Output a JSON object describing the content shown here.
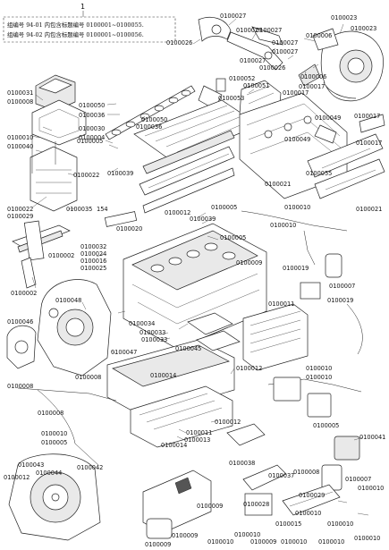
{
  "header": {
    "index_number": "1",
    "note_lines": [
      "组编号 94-01 内包含标题编号 0100001~0100055.",
      "组编号 94-02 内包含标题编号 0100001~0100056."
    ]
  },
  "callouts": [
    "0100027",
    "0100023",
    "0100027",
    "0100027",
    "0100026",
    "0100027",
    "0100006",
    "0100023",
    "0100027",
    "0100027",
    "0100026",
    "0100006",
    "0100052",
    "0100017",
    "0100051",
    "0100017",
    "0100053",
    "0100049",
    "0100017",
    "0100049",
    "0100017",
    "0100031",
    "0100008",
    "0100050",
    "0100036",
    "0100050",
    "0100036",
    "0100030",
    "0100004",
    "0100005",
    "0100010",
    "0100040",
    "0100022",
    "0100039",
    "0100055",
    "0100021",
    "0100021",
    "0100022",
    "0100035",
    "154",
    "0100029",
    "0100012",
    "0100039",
    "0100005",
    "0100010",
    "0100005",
    "0100020",
    "0100010",
    "0100032",
    "0100024",
    "0100016",
    "0100025",
    "0100002",
    "0100009",
    "0100019",
    "0100007",
    "0100002",
    "0100048",
    "0100011",
    "0100019",
    "0100046",
    "0100034",
    "0100033",
    "0100033",
    "0100047",
    "0100045",
    "0100012",
    "0100010",
    "0100008",
    "0100014",
    "0100010",
    "0100005",
    "0100008",
    "0100012",
    "0100011",
    "0100013",
    "0100041",
    "0100008",
    "0100010",
    "0100014",
    "0100038",
    "0100005",
    "0100043",
    "0100044",
    "0100042",
    "0100028",
    "0100008",
    "0100012",
    "0100007",
    "0100010",
    "0100009",
    "0100010",
    "0100009",
    "0100010",
    "0100010",
    "0100009",
    "0100009",
    "0100010",
    "0100010",
    "0100010",
    "0100010",
    "0100037",
    "0100029",
    "0100015"
  ]
}
